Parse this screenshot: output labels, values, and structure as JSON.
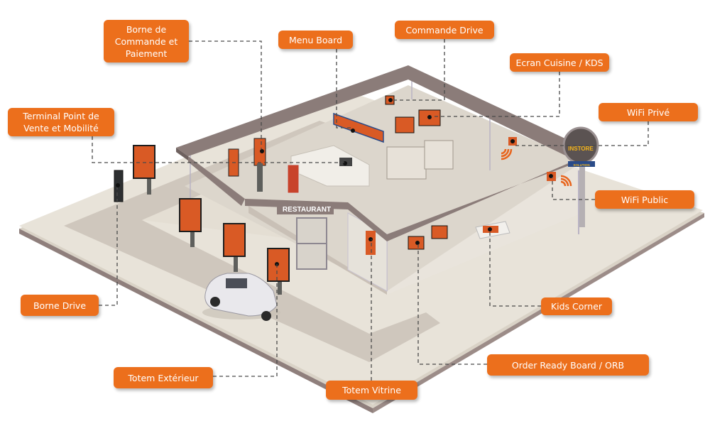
{
  "diagram": {
    "title": "Instore Solution restaurant digital equipment map",
    "brand_sign": {
      "line1": "INSTORE",
      "line2": "SOLUTION"
    },
    "building_sign": "RESTAURANT",
    "colors": {
      "accent": "#ec6f1c",
      "label_text": "#ffffff",
      "connector": "#4a4a4a",
      "roof": "#8a7b78",
      "ground": "#e7e2d8"
    },
    "labels": [
      {
        "id": "borne-commande",
        "text": "Borne de\nCommande et\nPaiement"
      },
      {
        "id": "terminal-pdv",
        "text": "Terminal Point de\nVente et Mobilité"
      },
      {
        "id": "menu-board",
        "text": "Menu Board"
      },
      {
        "id": "commande-drive",
        "text": "Commande Drive"
      },
      {
        "id": "ecran-cuisine",
        "text": "Ecran Cuisine / KDS"
      },
      {
        "id": "wifi-prive",
        "text": "WiFi Privé"
      },
      {
        "id": "wifi-public",
        "text": "WiFi Public"
      },
      {
        "id": "borne-drive",
        "text": "Borne Drive"
      },
      {
        "id": "kids-corner",
        "text": "Kids Corner"
      },
      {
        "id": "orb",
        "text": "Order Ready Board / ORB"
      },
      {
        "id": "totem-exterieur",
        "text": "Totem Extérieur"
      },
      {
        "id": "totem-vitrine",
        "text": "Totem Vitrine"
      }
    ],
    "icons": [
      "wifi-signal-icon",
      "device-marker-icon",
      "car-icon",
      "kiosk-icon",
      "totem-icon"
    ]
  }
}
